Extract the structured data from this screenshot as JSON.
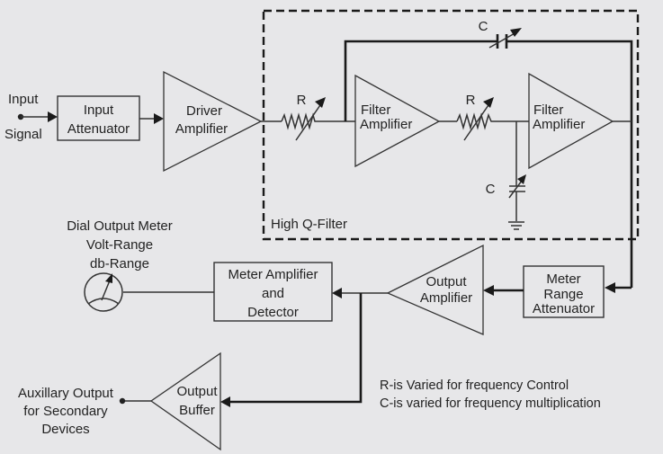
{
  "diagram": {
    "input": {
      "line1": "Input",
      "line2": "Signal"
    },
    "input_attenuator": {
      "line1": "Input",
      "line2": "Attenuator"
    },
    "driver_amplifier": {
      "line1": "Driver",
      "line2": "Amplifier"
    },
    "high_q_filter": {
      "label": "High Q-Filter",
      "resistor1": "R",
      "resistor2": "R",
      "feedback_capacitor": "C",
      "shunt_capacitor": "C",
      "filter_amp1": {
        "line1": "Filter",
        "line2": "Amplifier"
      },
      "filter_amp2": {
        "line1": "Filter",
        "line2": "Amplifier"
      }
    },
    "meter_range_attenuator": {
      "line1": "Meter",
      "line2": "Range",
      "line3": "Attenuator"
    },
    "output_amplifier": {
      "line1": "Output",
      "line2": "Amplifier"
    },
    "meter_amplifier": {
      "line1": "Meter Amplifier",
      "line2": "and",
      "line3": "Detector"
    },
    "dial_meter": {
      "line1": "Dial Output Meter",
      "line2": "Volt-Range",
      "line3": "db-Range"
    },
    "output_buffer": {
      "line1": "Output",
      "line2": "Buffer"
    },
    "aux_output": {
      "line1": "Auxillary Output",
      "line2": "for Secondary",
      "line3": "Devices"
    },
    "notes": {
      "line1": "R-is Varied for frequency Control",
      "line2": "C-is varied for frequency multiplication"
    }
  }
}
